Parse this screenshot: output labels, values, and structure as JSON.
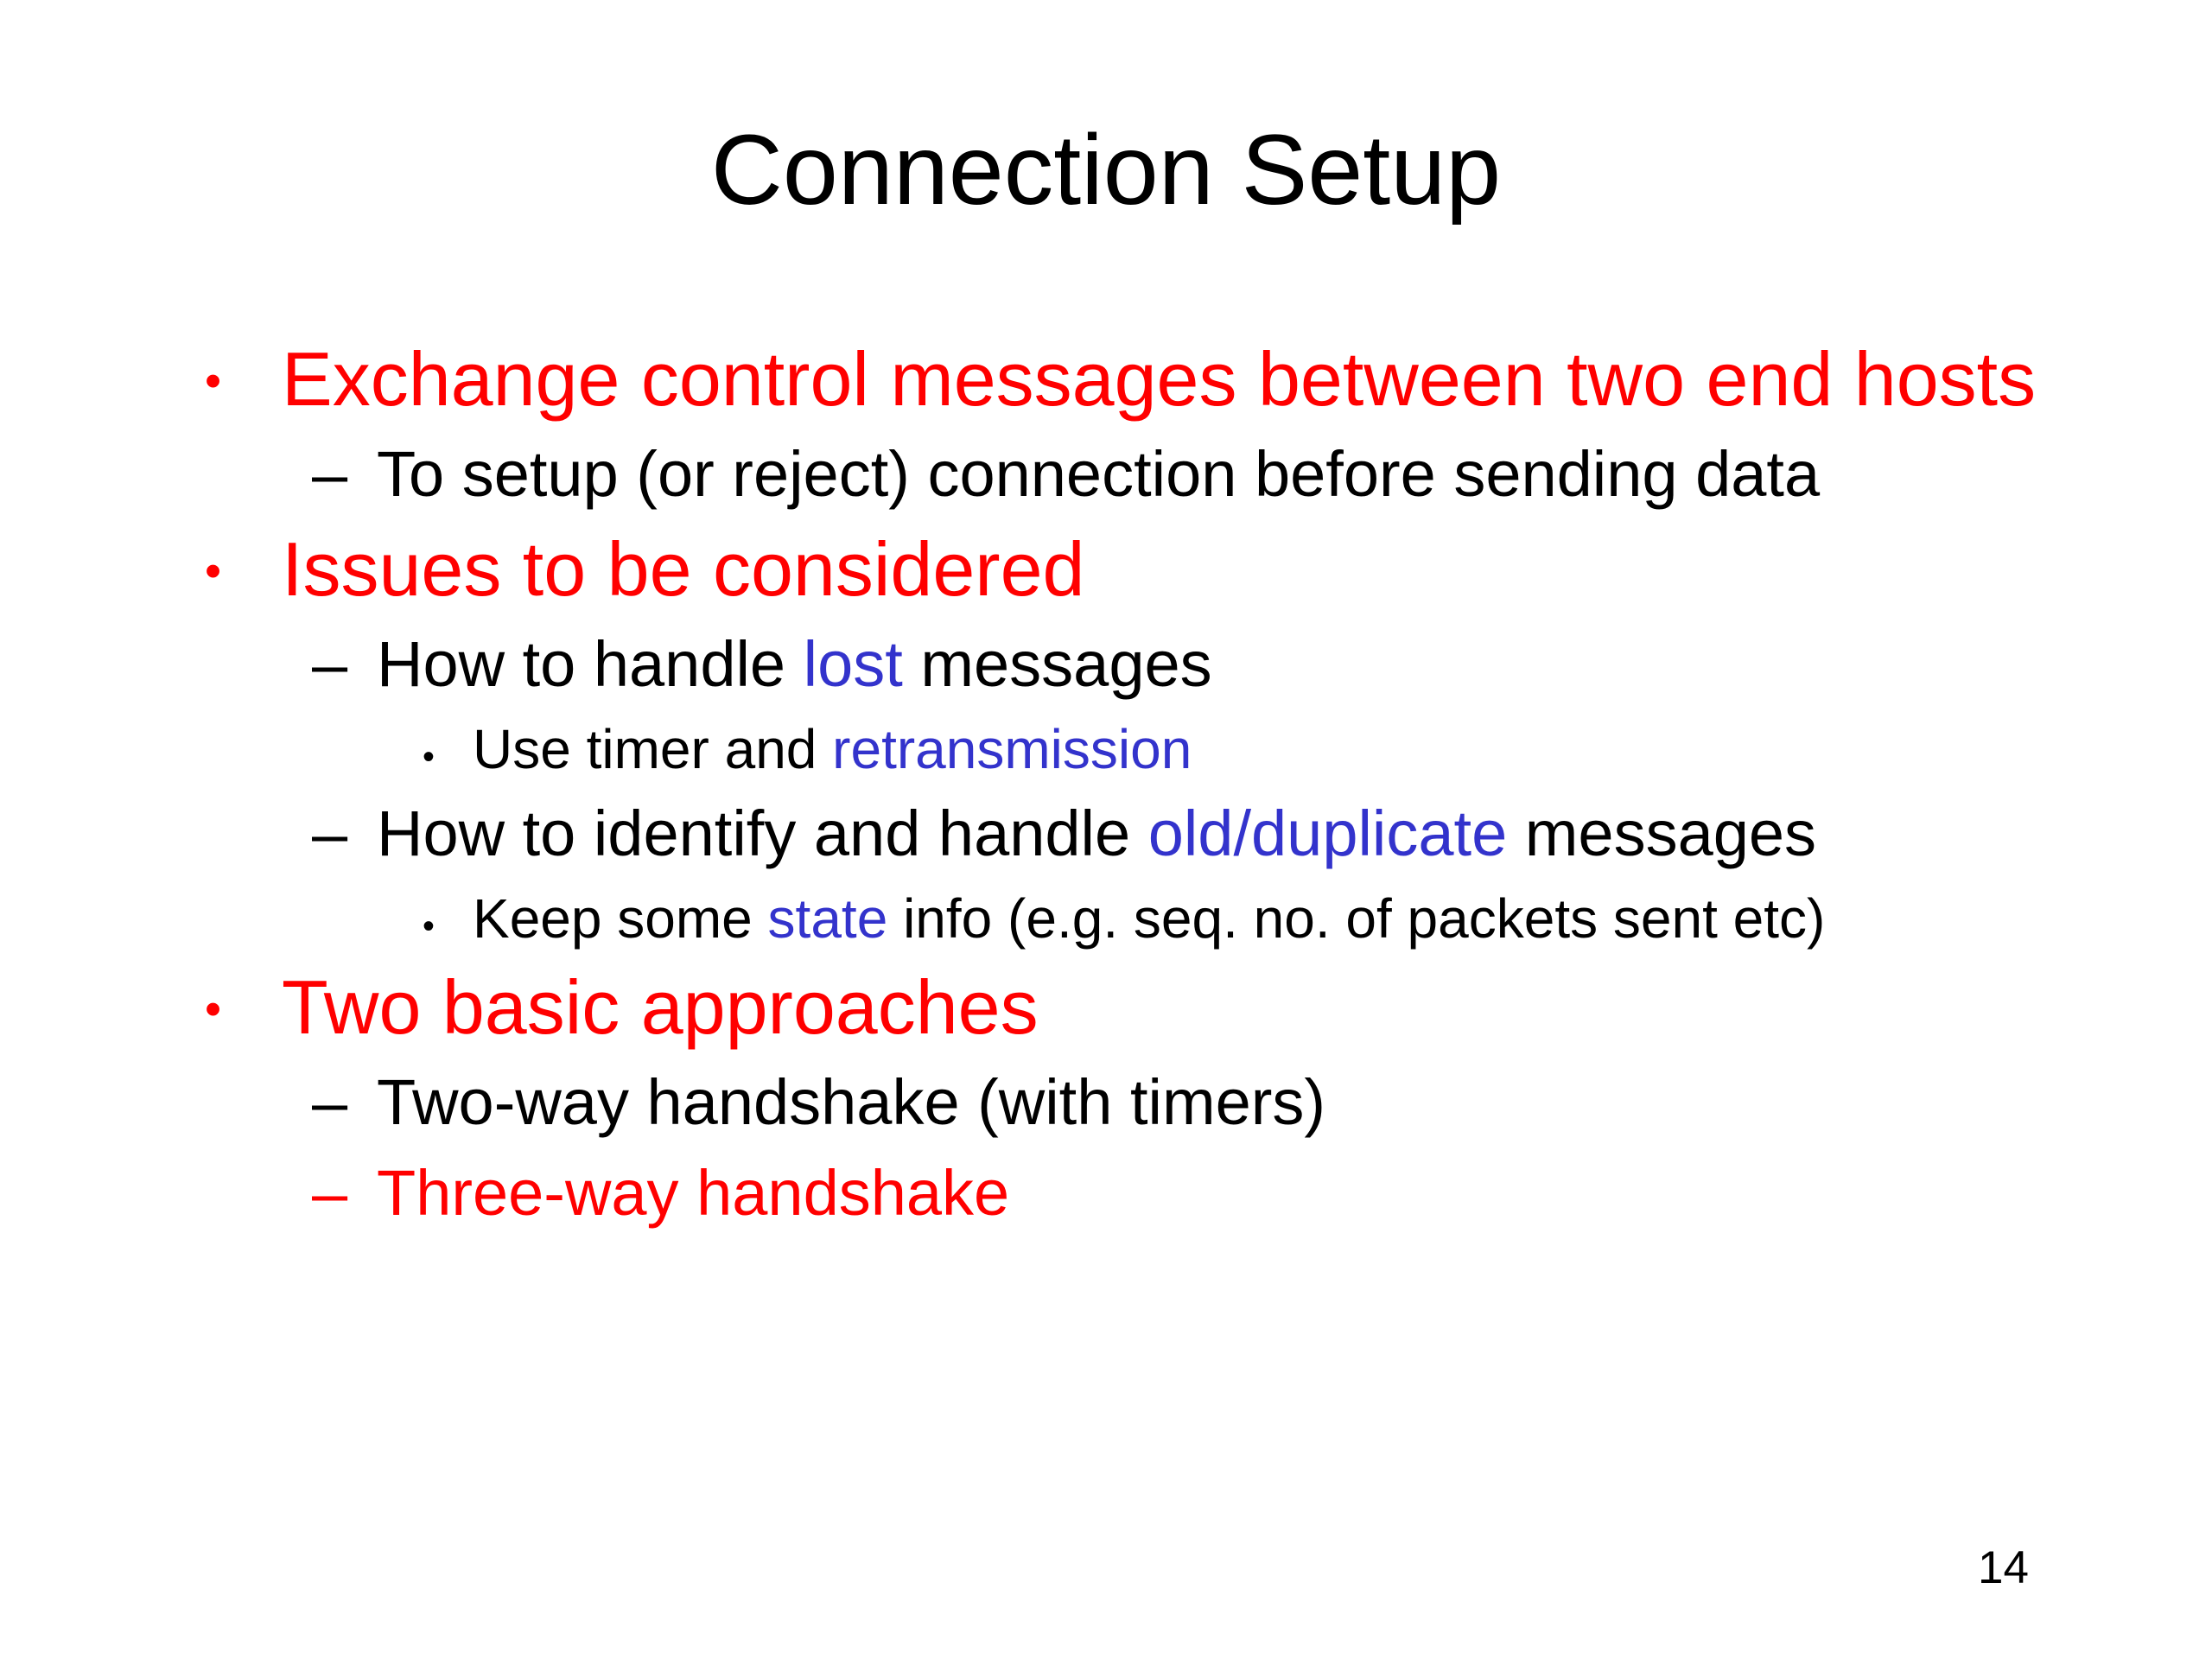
{
  "slide": {
    "title": "Connection Setup",
    "page_number": "14",
    "colors": {
      "red": "#ff0000",
      "blue": "#3333cc",
      "black": "#000000"
    },
    "markers": {
      "level1": "•",
      "level2": "–",
      "level3": "•"
    },
    "bullets": [
      {
        "level": 1,
        "parts": [
          {
            "text": "Exchange control messages between two end hosts",
            "color": "red"
          }
        ]
      },
      {
        "level": 2,
        "parts": [
          {
            "text": "To setup (or reject) connection before sending data",
            "color": "black"
          }
        ]
      },
      {
        "level": 1,
        "parts": [
          {
            "text": "Issues to be considered",
            "color": "red"
          }
        ]
      },
      {
        "level": 2,
        "parts": [
          {
            "text": "How to handle ",
            "color": "black"
          },
          {
            "text": "lost",
            "color": "blue"
          },
          {
            "text": " messages",
            "color": "black"
          }
        ]
      },
      {
        "level": 3,
        "parts": [
          {
            "text": "Use timer and ",
            "color": "black"
          },
          {
            "text": "retransmission",
            "color": "blue"
          }
        ]
      },
      {
        "level": 2,
        "parts": [
          {
            "text": "How to identify and handle ",
            "color": "black"
          },
          {
            "text": "old/duplicate",
            "color": "blue"
          },
          {
            "text": " messages",
            "color": "black"
          }
        ]
      },
      {
        "level": 3,
        "parts": [
          {
            "text": "Keep some ",
            "color": "black"
          },
          {
            "text": "state",
            "color": "blue"
          },
          {
            "text": " info (e.g. seq. no. of packets sent etc)",
            "color": "black"
          }
        ]
      },
      {
        "level": 1,
        "parts": [
          {
            "text": "Two basic approaches",
            "color": "red"
          }
        ]
      },
      {
        "level": 2,
        "parts": [
          {
            "text": "Two-way handshake (with timers)",
            "color": "black"
          }
        ]
      },
      {
        "level": 2,
        "parts": [
          {
            "text": "Three-way handshake",
            "color": "red"
          }
        ]
      }
    ]
  }
}
